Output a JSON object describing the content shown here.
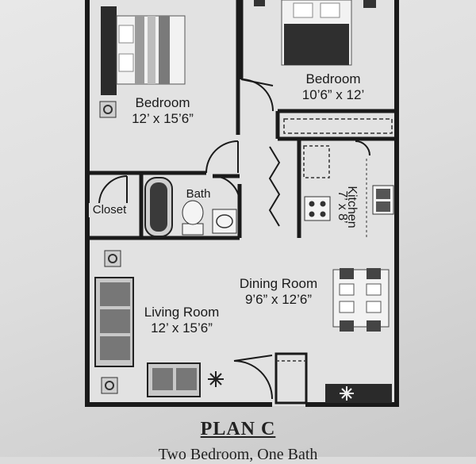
{
  "rooms": {
    "bedroom1": {
      "label": "Bedroom",
      "dims": "12’ x 15’6”"
    },
    "bedroom2": {
      "label": "Bedroom",
      "dims": "10’6” x 12’"
    },
    "bath": {
      "label": "Bath"
    },
    "closet": {
      "label": "Closet"
    },
    "kitchen": {
      "label": "Kitchen",
      "dims": "7’ x 8’"
    },
    "dining": {
      "label": "Dining Room",
      "dims": "9’6” x 12’6”"
    },
    "living": {
      "label": "Living Room",
      "dims": "12’ x 15’6”"
    }
  },
  "plan": {
    "title": "PLAN C",
    "subtitle": "Two Bedroom, One Bath"
  },
  "icons": [
    "bed-icon",
    "sofa-icon",
    "dining-table-icon",
    "bathtub-icon",
    "toilet-icon",
    "sink-icon",
    "stove-icon",
    "plant-icon",
    "vent-icon"
  ],
  "colors": {
    "wall": "#1a1a1a",
    "floor": "#e4e4e4"
  }
}
